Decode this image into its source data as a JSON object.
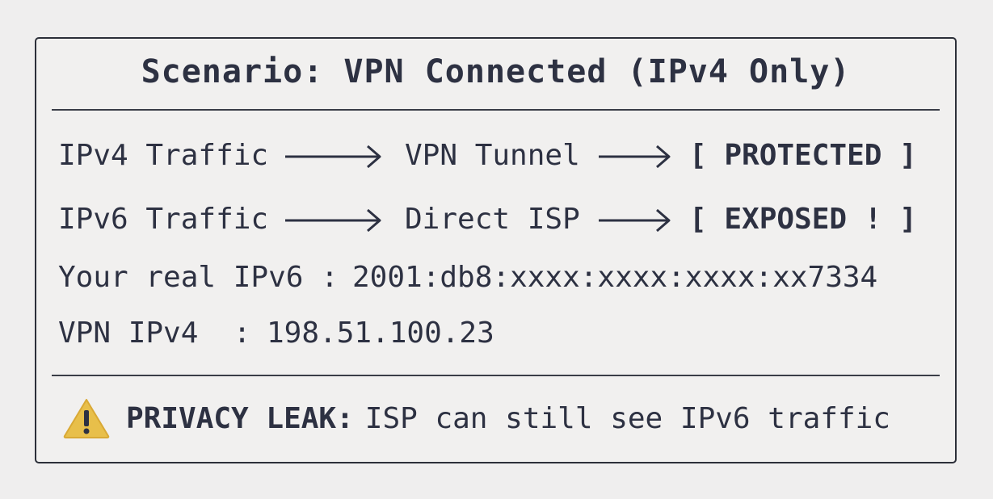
{
  "title": "Scenario: VPN Connected (IPv4 Only)",
  "flows": [
    {
      "source": "IPv4 Traffic",
      "path": "VPN Tunnel",
      "status": "[ PROTECTED ]"
    },
    {
      "source": "IPv6 Traffic",
      "path": "Direct ISP",
      "status": "[ EXPOSED ! ]"
    }
  ],
  "details": [
    {
      "label": "Your real IPv6 :",
      "value": "2001:db8:xxxx:xxxx:xxxx:xx7334"
    },
    {
      "label": "VPN IPv4  :",
      "value": "198.51.100.23"
    }
  ],
  "warning": {
    "icon": "warning-triangle-icon",
    "icon_color": "#e8bf4a",
    "label": "PRIVACY LEAK:",
    "message": "ISP can still see IPv6 traffic"
  }
}
